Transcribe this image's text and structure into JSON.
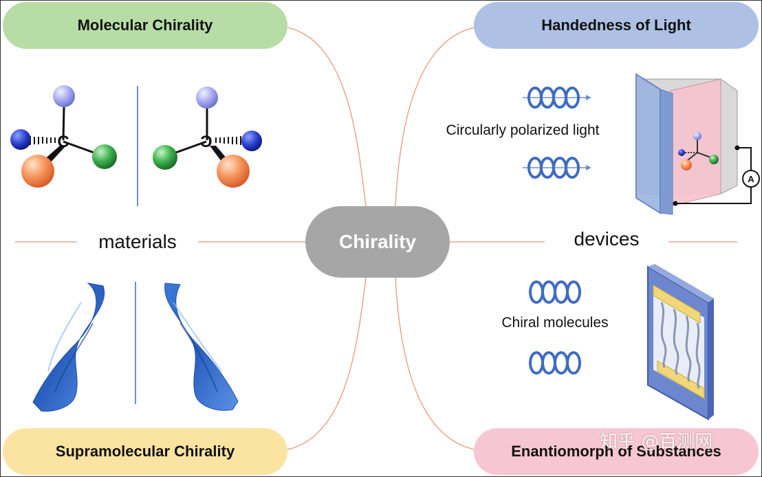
{
  "center": "Chirality",
  "corners": {
    "top_left": {
      "text": "Molecular Chirality",
      "color": "#b7dca6"
    },
    "top_right": {
      "text": "Handedness of Light",
      "color": "#aec1e4"
    },
    "bottom_left": {
      "text": "Supramolecular Chirality",
      "color": "#fbe3a2"
    },
    "bottom_right": {
      "text": "Enantiomorph of Substances",
      "color": "#f7c6d3"
    }
  },
  "side_labels": {
    "left": "materials",
    "right": "devices"
  },
  "captions": {
    "cpl": "Circularly polarized light",
    "chiral": "Chiral molecules"
  },
  "atom_labels": {
    "carbon_left": "C",
    "carbon_right": "C",
    "ammeter": "A"
  },
  "watermark": "知乎 @百测网",
  "colors": {
    "connector": "#e8a58f",
    "divider": "#6c8fd0",
    "helix": "#3e6cc0",
    "atom_blue": "#2233aa",
    "atom_purple": "#9aa0ee",
    "atom_green": "#33a04a",
    "atom_orange": "#f08a55"
  }
}
